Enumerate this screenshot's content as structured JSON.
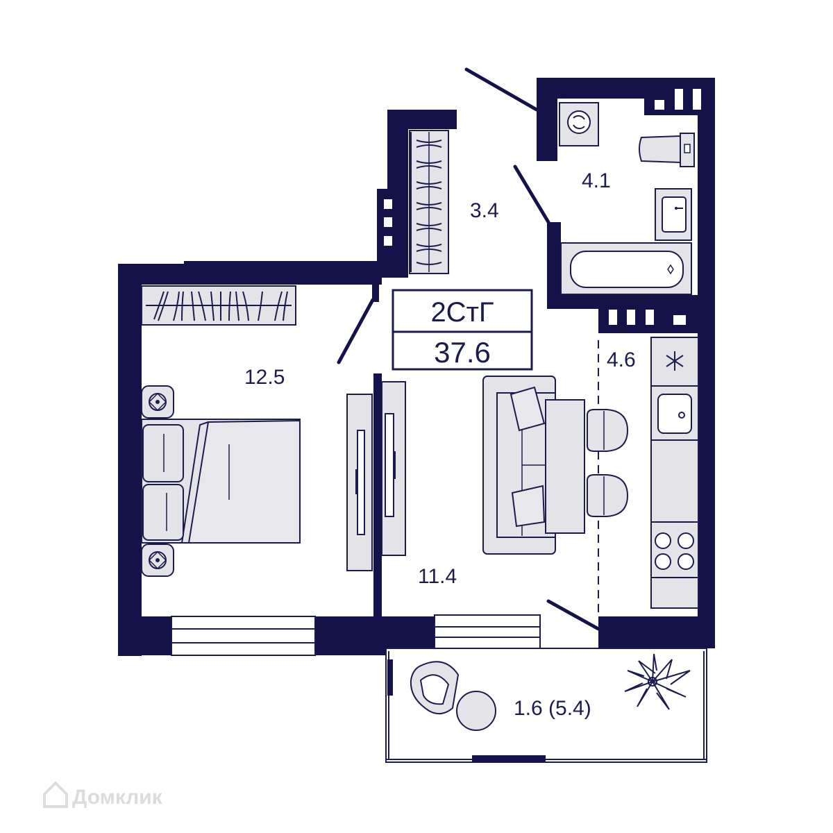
{
  "plan": {
    "type_code": "2СтГ",
    "total_area": "37.6",
    "rooms": {
      "bedroom": "12.5",
      "living": "11.4",
      "hall": "3.4",
      "bathroom": "4.1",
      "kitchen": "4.6",
      "balcony": "1.6 (5.4)"
    }
  },
  "watermark": {
    "text": "Домклик"
  },
  "colors": {
    "wall": "#15124a",
    "furniture_fill": "#e4e4e8",
    "line": "#1c1b4d"
  }
}
